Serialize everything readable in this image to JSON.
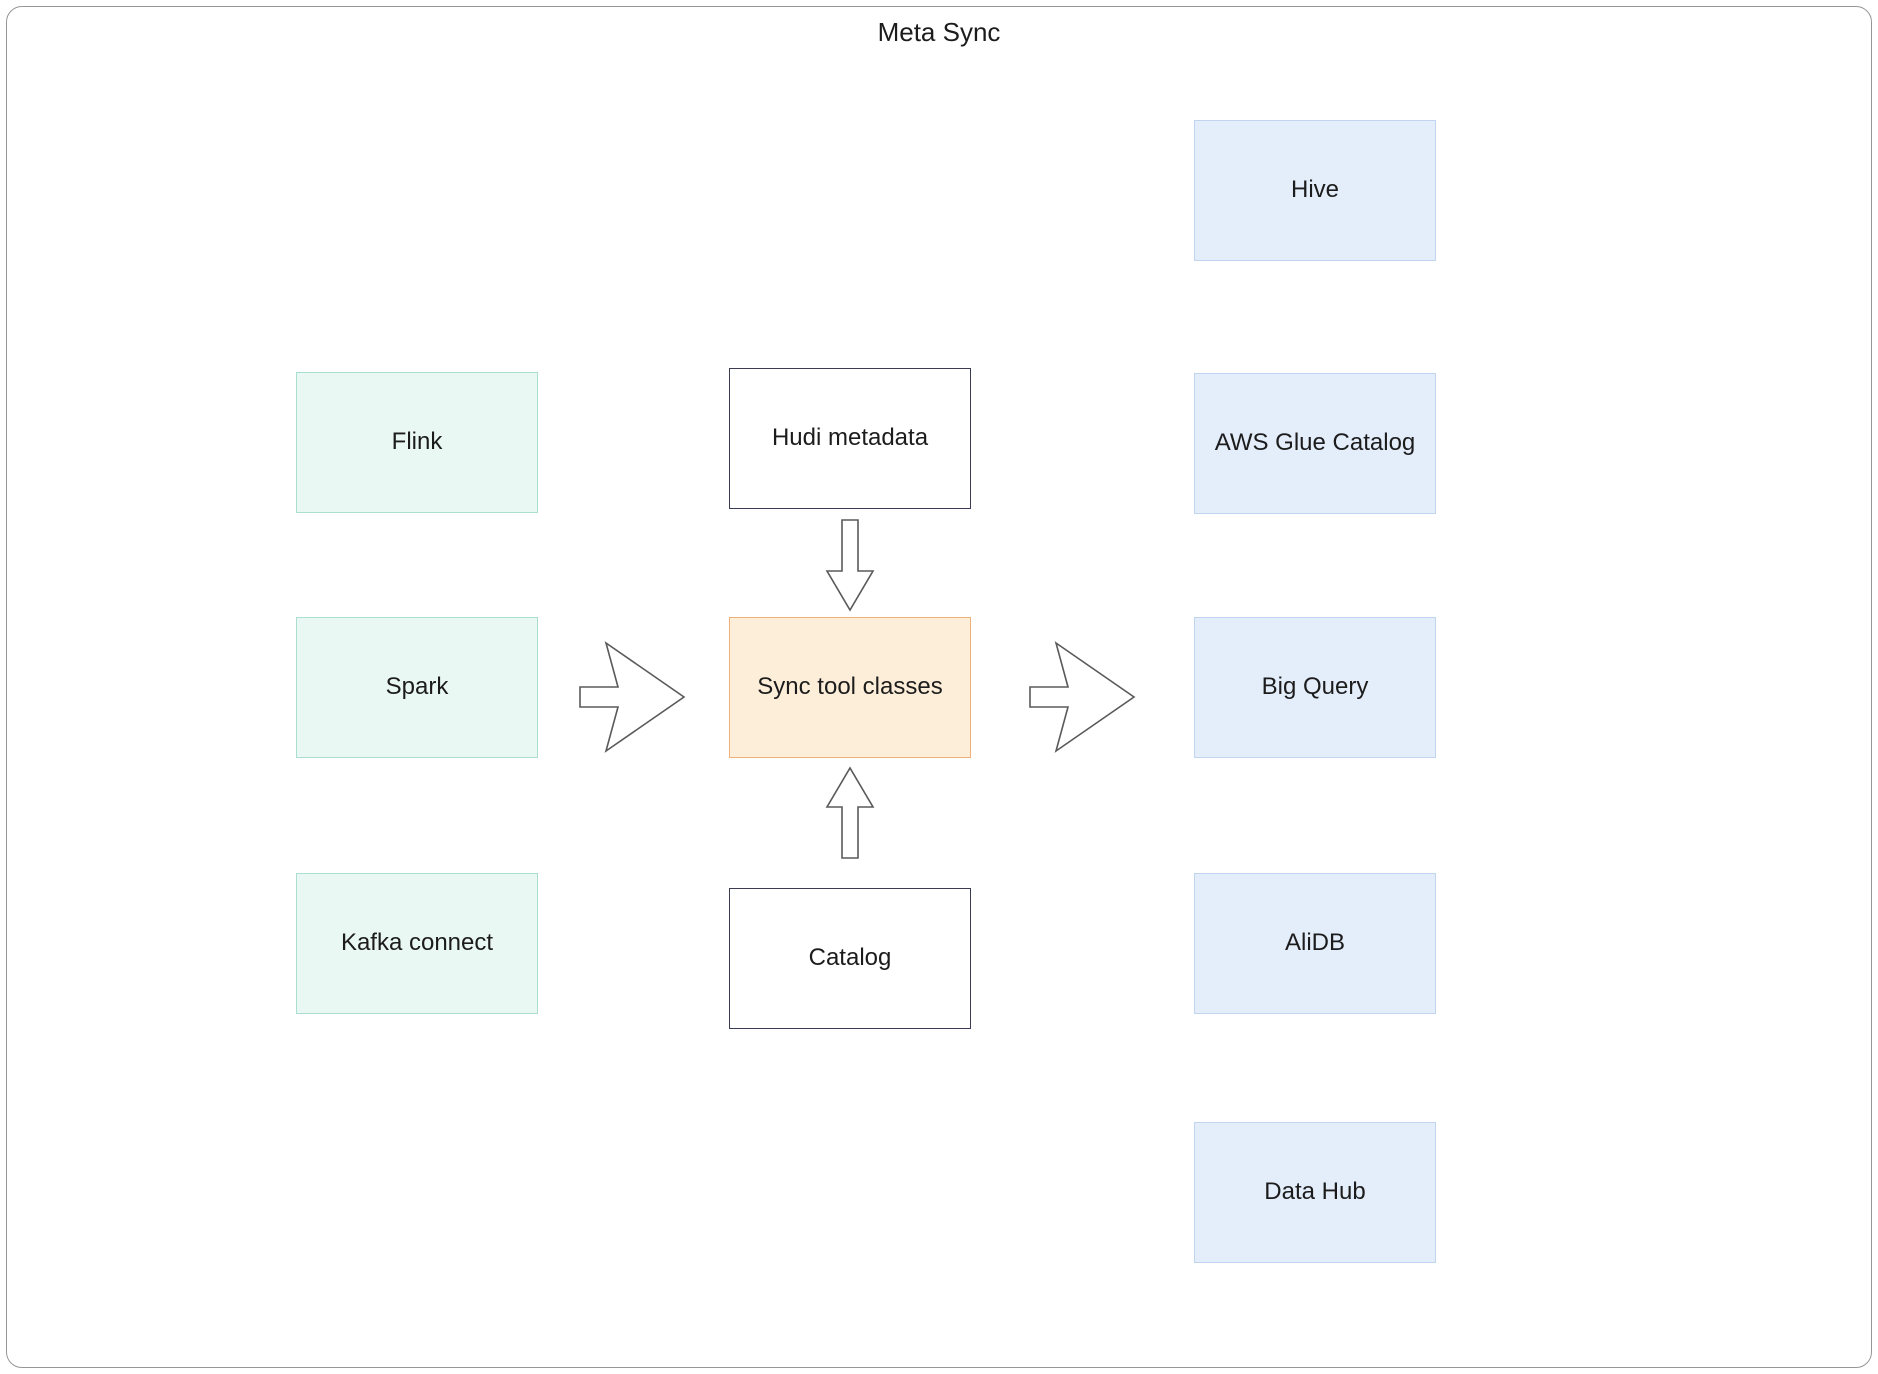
{
  "title": "Meta Sync",
  "colors": {
    "text": "#1c1c1c",
    "frame_border": "#969696",
    "source_fill": "#eaf8f4",
    "source_border": "#a9ded1",
    "plain_fill": "#ffffff",
    "plain_border": "#3b3b54",
    "hub_fill": "#fdeeda",
    "hub_border": "#f1b078",
    "target_fill": "#e4eefb",
    "target_border": "#c2d5f0",
    "arrow_fill": "#ffffff",
    "arrow_stroke": "#5a5a5a"
  },
  "nodes": {
    "sources": [
      {
        "label": "Flink"
      },
      {
        "label": "Spark"
      },
      {
        "label": "Kafka connect"
      }
    ],
    "hudi_metadata": {
      "label": "Hudi metadata"
    },
    "sync_tool": {
      "label": "Sync tool classes"
    },
    "catalog": {
      "label": "Catalog"
    },
    "targets": [
      {
        "label": "Hive"
      },
      {
        "label": "AWS Glue Catalog"
      },
      {
        "label": "Big Query"
      },
      {
        "label": "AliDB"
      },
      {
        "label": "Data Hub"
      }
    ]
  },
  "arrows": [
    {
      "name": "hudi-metadata-to-sync-tool",
      "direction": "down"
    },
    {
      "name": "catalog-to-sync-tool",
      "direction": "up"
    },
    {
      "name": "sources-to-sync-tool",
      "direction": "right"
    },
    {
      "name": "sync-tool-to-targets",
      "direction": "right"
    }
  ]
}
